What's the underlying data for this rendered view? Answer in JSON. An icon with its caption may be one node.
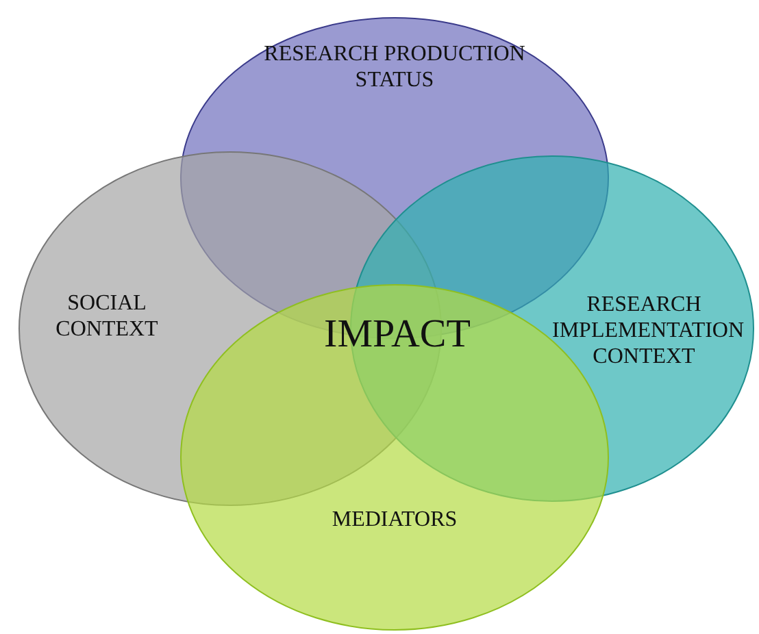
{
  "diagram": {
    "nodes": [
      {
        "text": [
          "RESEARCH PRODUCTION STATUS"
        ]
      },
      {
        "text": [
          "SOCIAL CONTEXT"
        ]
      },
      {
        "text": [
          "RESEARCH IMPLEMENTATION CONTEXT"
        ]
      },
      {
        "text": [
          "MEDIATORS"
        ]
      }
    ],
    "labels": [
      "IMPACT"
    ]
  }
}
